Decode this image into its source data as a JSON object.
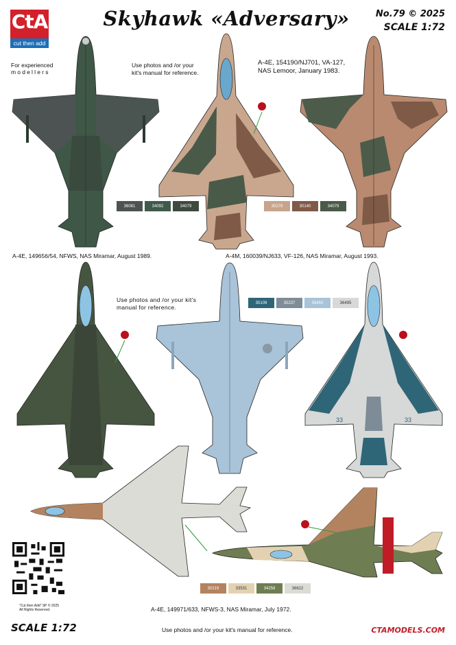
{
  "logo": {
    "text": "CtA",
    "subtext": "cut then add"
  },
  "header": {
    "title": "Skyhawk «Adversary»",
    "issue": "No.79  © 2025",
    "scale": "SCALE 1:72"
  },
  "experienced": {
    "line1": "For experienced",
    "line2": "modellers"
  },
  "notes": {
    "top": "Use photos and /or your\nkit's manual for reference.",
    "mid": "Use photos and /or your kit's\nmanual  for  reference.",
    "bottom": "Use photos and /or your kit's manual for reference."
  },
  "profiles": [
    {
      "id": "p1",
      "caption": "A-4E, 149656/54, NFWS, NAS Miramar, August 1989.",
      "colors": [
        {
          "code": "36081",
          "hex": "#4d5352"
        },
        {
          "code": "34092",
          "hex": "#3f5a4b"
        },
        {
          "code": "34079",
          "hex": "#3e4a3f"
        }
      ]
    },
    {
      "id": "p2",
      "caption": "A-4E, 154190/NJ701, VA-127,\nNAS Lemoor, January 1983.",
      "colors": [
        {
          "code": "30279",
          "hex": "#c7a48b"
        },
        {
          "code": "30140",
          "hex": "#7e5a47"
        },
        {
          "code": "34079",
          "hex": "#4a5a48"
        }
      ]
    },
    {
      "id": "p3",
      "caption": "A-4M, 160039/NJ633, VF-126, NAS Miramar, August 1993.",
      "colors": [
        {
          "code": "35109",
          "hex": "#2f6677"
        },
        {
          "code": "35237",
          "hex": "#7d8c96"
        },
        {
          "code": "35450",
          "hex": "#a9c3d8"
        },
        {
          "code": "36495",
          "hex": "#d7d8d8"
        }
      ]
    },
    {
      "id": "p4",
      "caption": "A-4E, 149971/633, NFWS-3, NAS Miramar, July 1972.",
      "colors": [
        {
          "code": "30219",
          "hex": "#b3835f"
        },
        {
          "code": "33531",
          "hex": "#e3d2b2"
        },
        {
          "code": "34258",
          "hex": "#6f7d52"
        },
        {
          "code": "36622",
          "hex": "#dcdcd6"
        }
      ]
    }
  ],
  "tail_numbers": {
    "left": "33",
    "right": "33"
  },
  "footer": {
    "copyright": "\"Cut then Add\" SP © 2025\nAll Rights Reserved.",
    "scale": "SCALE 1:72",
    "site": "CTAMODELS.COM"
  }
}
